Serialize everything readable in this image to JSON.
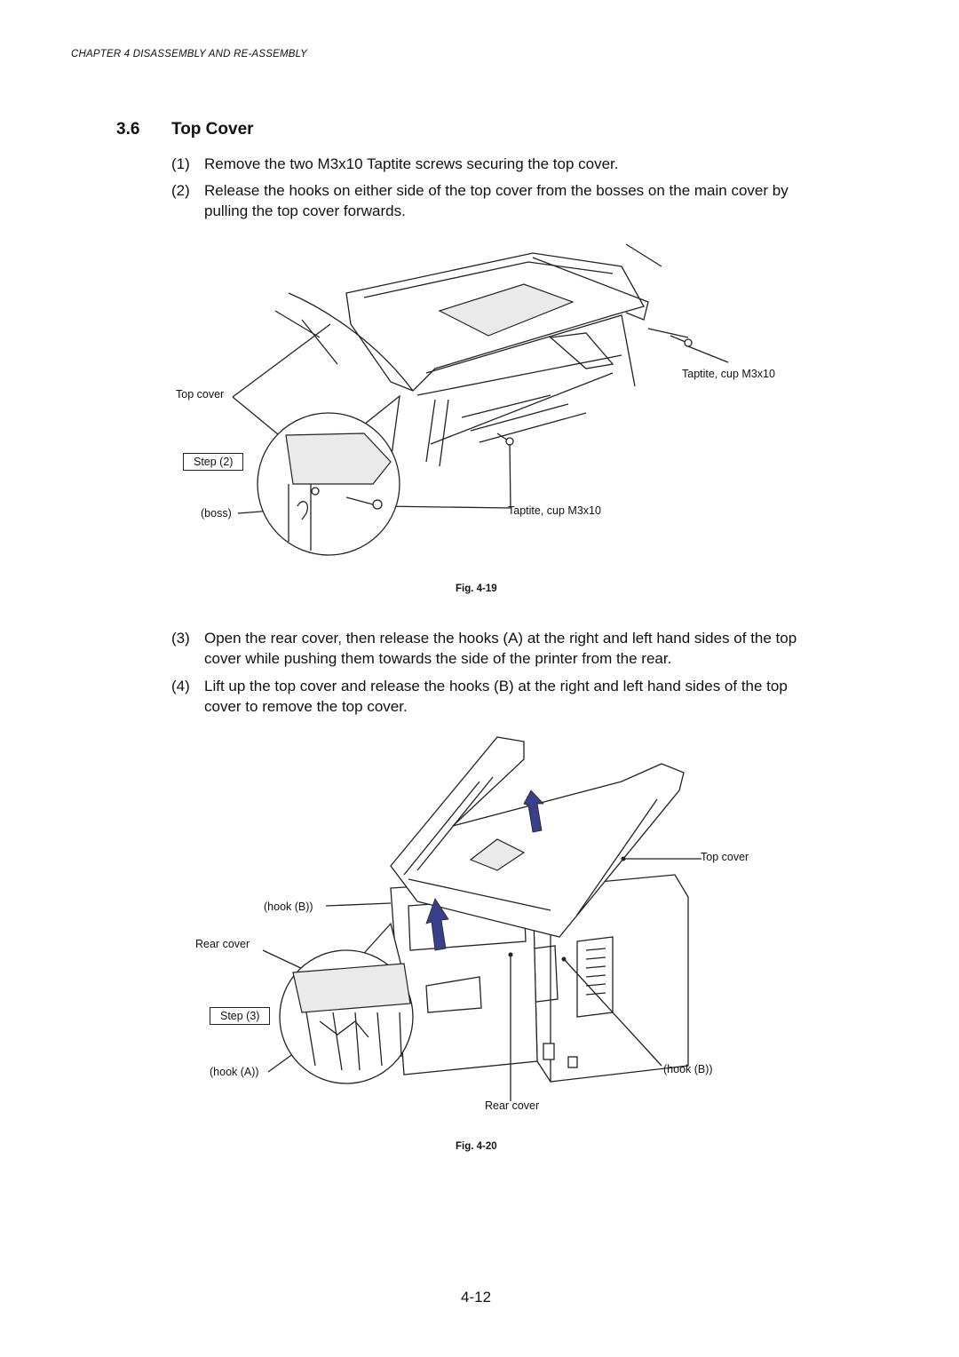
{
  "header": {
    "chapter": "CHAPTER 4  DISASSEMBLY AND RE-ASSEMBLY"
  },
  "section": {
    "number": "3.6",
    "title": "Top Cover"
  },
  "steps": [
    {
      "num": "(1)",
      "lines": [
        "Remove the two M3x10 Taptite screws securing the top cover."
      ]
    },
    {
      "num": "(2)",
      "lines": [
        "Release the hooks on either side of the top cover from the bosses on the main cover by",
        "pulling the top cover forwards."
      ]
    },
    {
      "num": "(3)",
      "lines": [
        "Open the rear cover, then release the hooks (A) at the right and left hand sides of the top",
        "cover while pushing them towards the side of the printer from the rear."
      ]
    },
    {
      "num": "(4)",
      "lines": [
        "Lift up the top cover and release the hooks (B) at the right and left hand sides of the top",
        "cover to remove the top cover."
      ]
    }
  ],
  "figure_19": {
    "caption": "Fig. 4-19",
    "labels": {
      "top_cover": "Top cover",
      "step": "Step (2)",
      "boss": "(boss)",
      "taptite_upper": "Taptite, cup M3x10",
      "taptite_lower": "Taptite, cup M3x10"
    }
  },
  "figure_20": {
    "caption": "Fig. 4-20",
    "labels": {
      "top_cover": "Top cover",
      "hook_b_left": "(hook (B))",
      "rear_cover_left": "Rear cover",
      "step": "Step (3)",
      "hook_a": "(hook (A))",
      "hook_b_right": "(hook (B))",
      "rear_cover_bottom": "Rear cover"
    },
    "arrow_color": "#3a3f8a"
  },
  "footer": {
    "page": "4-12"
  }
}
